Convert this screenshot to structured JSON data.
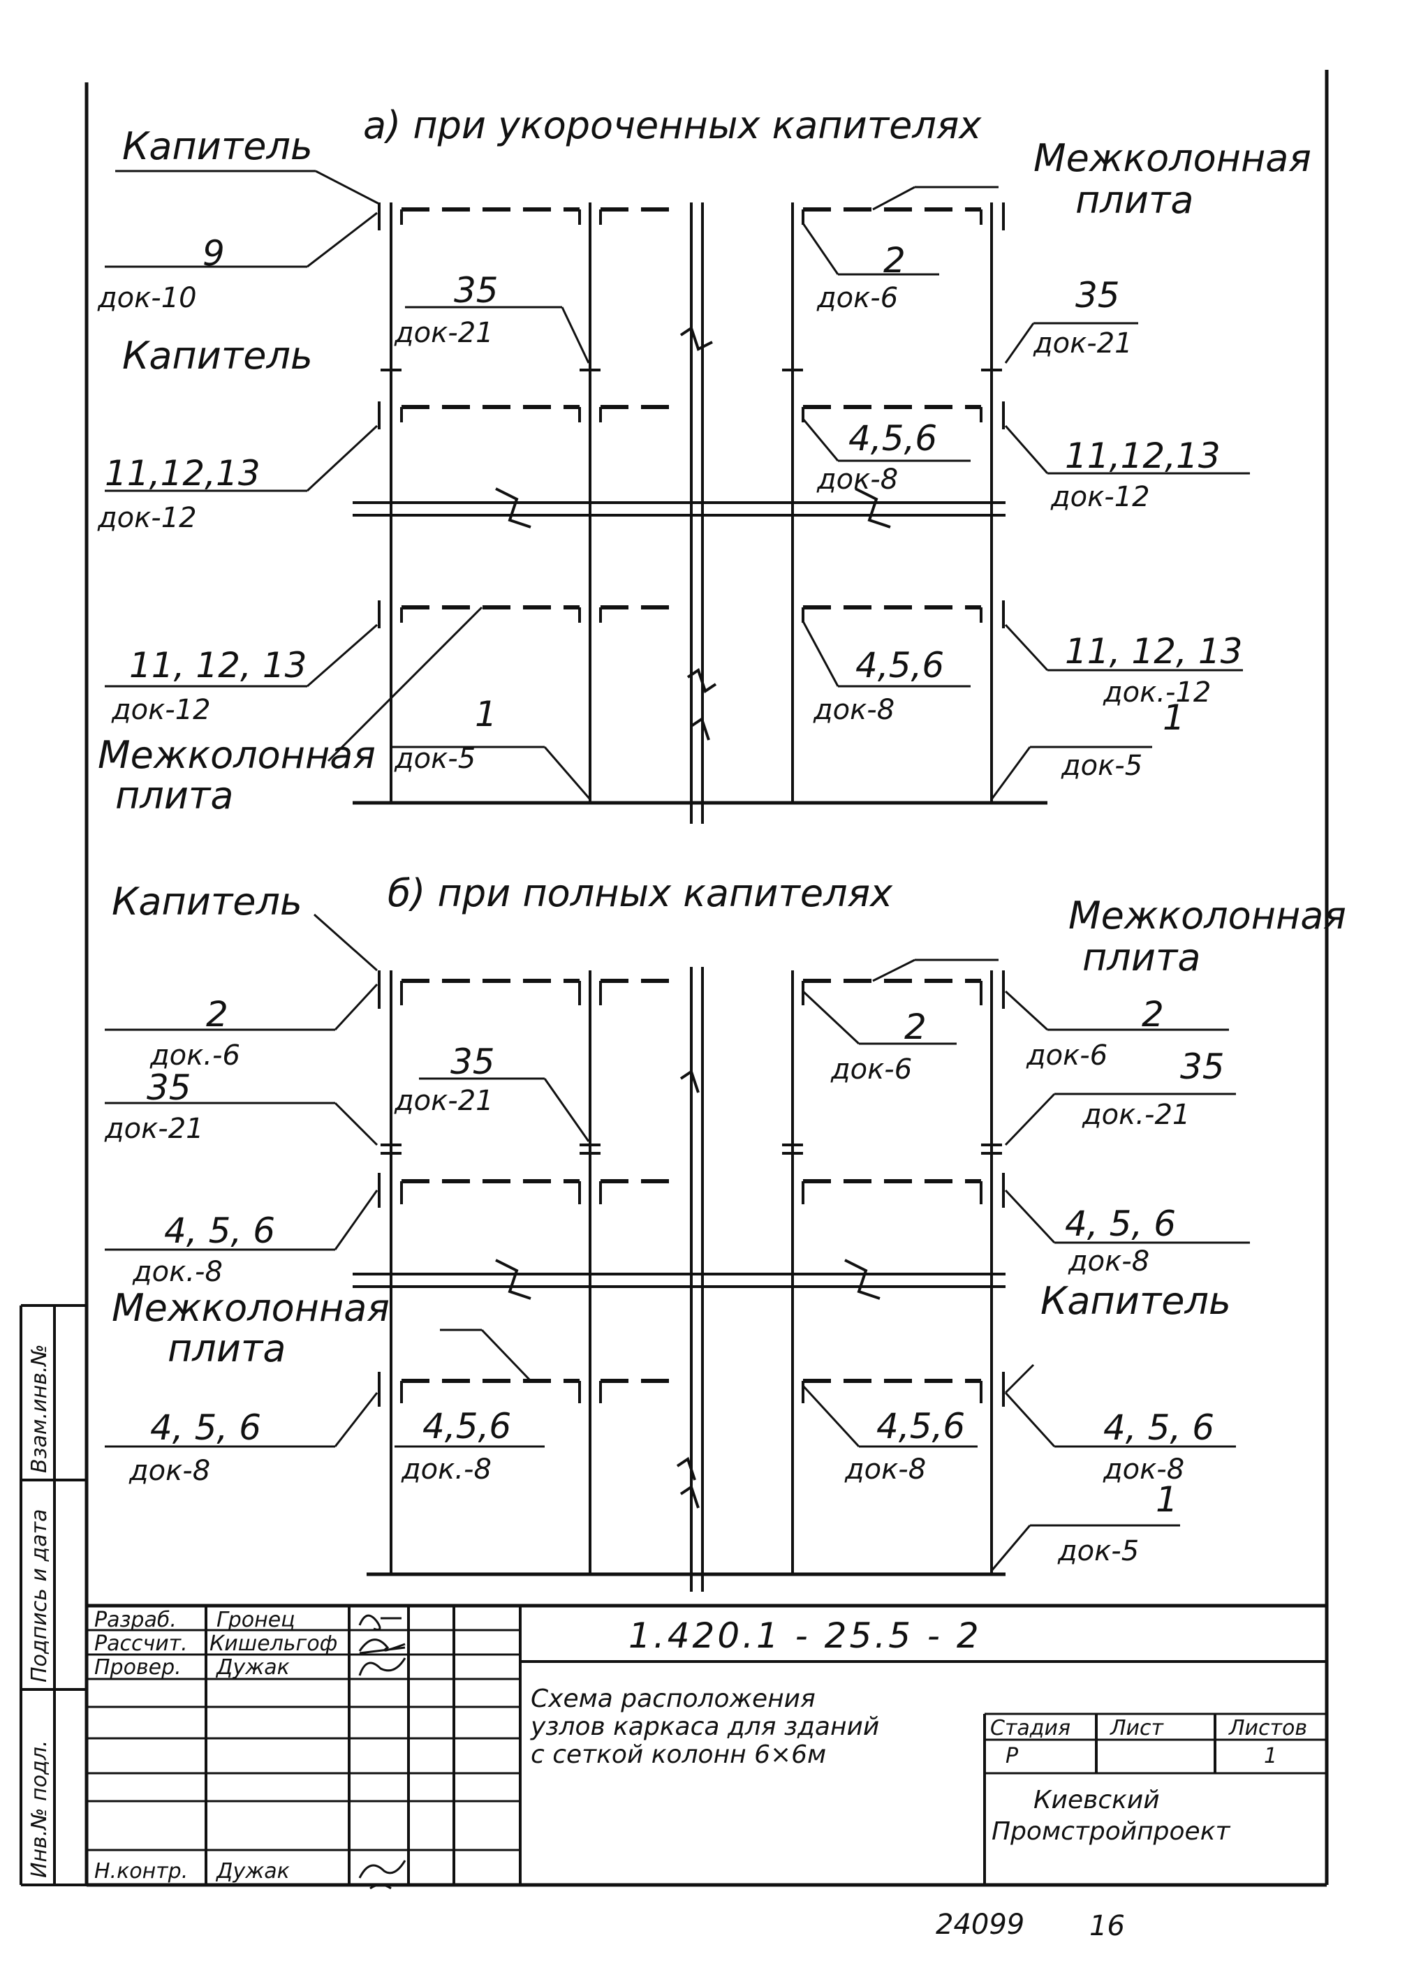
{
  "sections": [
    {
      "title": "а) при укороченных капителях",
      "labels": [
        {
          "main": "Капитель",
          "sub": ""
        },
        {
          "main": "Межколонная",
          "sub": "плита"
        },
        {
          "main": "9",
          "sub": "док-10"
        },
        {
          "main": "35",
          "sub": "док-21"
        },
        {
          "main": "2",
          "sub": "док-6"
        },
        {
          "main": "35",
          "sub": "док-21"
        },
        {
          "main": "Капитель",
          "sub": ""
        },
        {
          "main": "11,12,13",
          "sub": "док-12"
        },
        {
          "main": "4,5,6",
          "sub": "док-8"
        },
        {
          "main": "11,12,13",
          "sub": "док-12"
        },
        {
          "main": "11, 12, 13",
          "sub": "док-12"
        },
        {
          "main": "4,5,6",
          "sub": "док-8"
        },
        {
          "main": "11, 12, 13",
          "sub": "док.-12"
        },
        {
          "main": "1",
          "sub": "док-5"
        },
        {
          "main": "Межколонная",
          "sub": "плита"
        },
        {
          "main": "1",
          "sub": "док-5"
        }
      ]
    },
    {
      "title": "б) при полных капителях",
      "labels": [
        {
          "main": "Капитель",
          "sub": ""
        },
        {
          "main": "Межколонная",
          "sub": "плита"
        },
        {
          "main": "2",
          "sub": "док.-6"
        },
        {
          "main": "35",
          "sub": "док-21"
        },
        {
          "main": "35",
          "sub": "док-21"
        },
        {
          "main": "2",
          "sub": "док-6"
        },
        {
          "main": "2",
          "sub": "док-6"
        },
        {
          "main": "35",
          "sub": "док.-21"
        },
        {
          "main": "4, 5, 6",
          "sub": "док.-8"
        },
        {
          "main": "4, 5, 6",
          "sub": "док-8"
        },
        {
          "main": "Межколонная",
          "sub": "плита"
        },
        {
          "main": "Капитель",
          "sub": ""
        },
        {
          "main": "4, 5, 6",
          "sub": "док-8"
        },
        {
          "main": "4,5,6",
          "sub": "док.-8"
        },
        {
          "main": "4,5,6",
          "sub": "док-8"
        },
        {
          "main": "4, 5, 6",
          "sub": "док-8"
        },
        {
          "main": "1",
          "sub": "док-5"
        }
      ]
    }
  ],
  "title_block": {
    "roles": [
      "Разраб.",
      "Рассчит.",
      "Провер.",
      "",
      "",
      "",
      "Н.контр."
    ],
    "names": [
      "Гронец",
      "Кишельгоф",
      "Дужак",
      "",
      "",
      "",
      "Дужак"
    ],
    "code": "1.420.1 - 25.5 - 2",
    "sheet_title": [
      "Схема расположения",
      "узлов каркаса для зданий",
      "с сеткой колонн 6×6м"
    ],
    "stage_header": "Стадия",
    "sheet_header": "Лист",
    "sheets_header": "Листов",
    "stage": "Р",
    "sheet": "",
    "sheets": "1",
    "org": [
      "Киевский",
      "Промстройпроект"
    ]
  },
  "side_stamp": [
    "Инв.№ подл.",
    "Подпись и дата",
    "Взам.инв.№"
  ],
  "footer": {
    "doc_no": "24099",
    "page": "16"
  }
}
